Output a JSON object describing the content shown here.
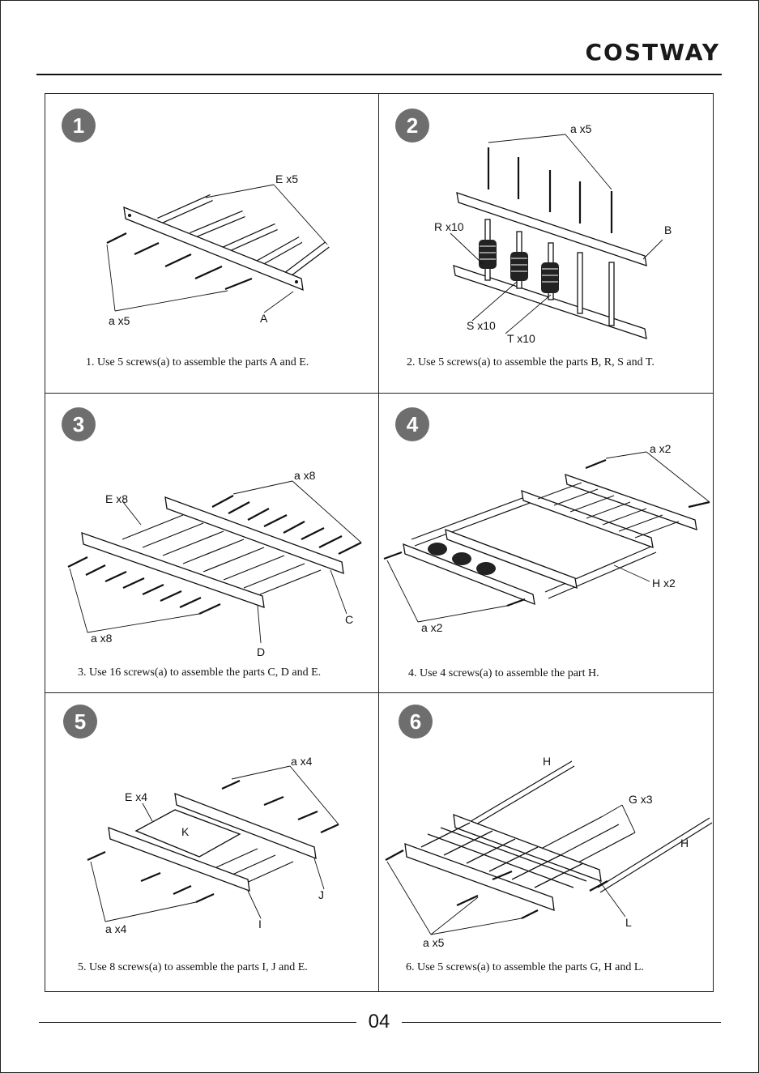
{
  "brand": "COSTWAY",
  "page_number": "04",
  "steps": [
    {
      "number": "1",
      "caption": "1. Use 5 screws(a) to assemble the parts A and E.",
      "labels": {
        "e": "E  x5",
        "a": "a  x5",
        "part_a": "A"
      }
    },
    {
      "number": "2",
      "caption": "2. Use 5 screws(a) to assemble the parts B, R, S and T.",
      "labels": {
        "a": "a  x5",
        "b": "B",
        "r": "R  x10",
        "s": "S  x10",
        "t": "T  x10"
      }
    },
    {
      "number": "3",
      "caption": "3. Use 16 screws(a) to assemble the parts C, D and E.",
      "labels": {
        "e": "E  x8",
        "a_top": "a  x8",
        "a_bottom": "a  x8",
        "c": "C",
        "d": "D"
      }
    },
    {
      "number": "4",
      "caption": "4. Use 4 screws(a) to assemble the part H.",
      "labels": {
        "a_top": "a  x2",
        "a_bottom": "a  x2",
        "h": "H  x2"
      }
    },
    {
      "number": "5",
      "caption": "5. Use 8 screws(a) to assemble the parts I, J and E.",
      "labels": {
        "e": "E  x4",
        "a_top": "a  x4",
        "a_bottom": "a  x4",
        "k": "K",
        "i": "I",
        "j": "J"
      }
    },
    {
      "number": "6",
      "caption": "6. Use 5 screws(a) to assemble the parts G, H and L.",
      "labels": {
        "h_top": "H",
        "g": "G  x3",
        "h_right": "H",
        "l": "L",
        "a": "a  x5"
      }
    }
  ]
}
